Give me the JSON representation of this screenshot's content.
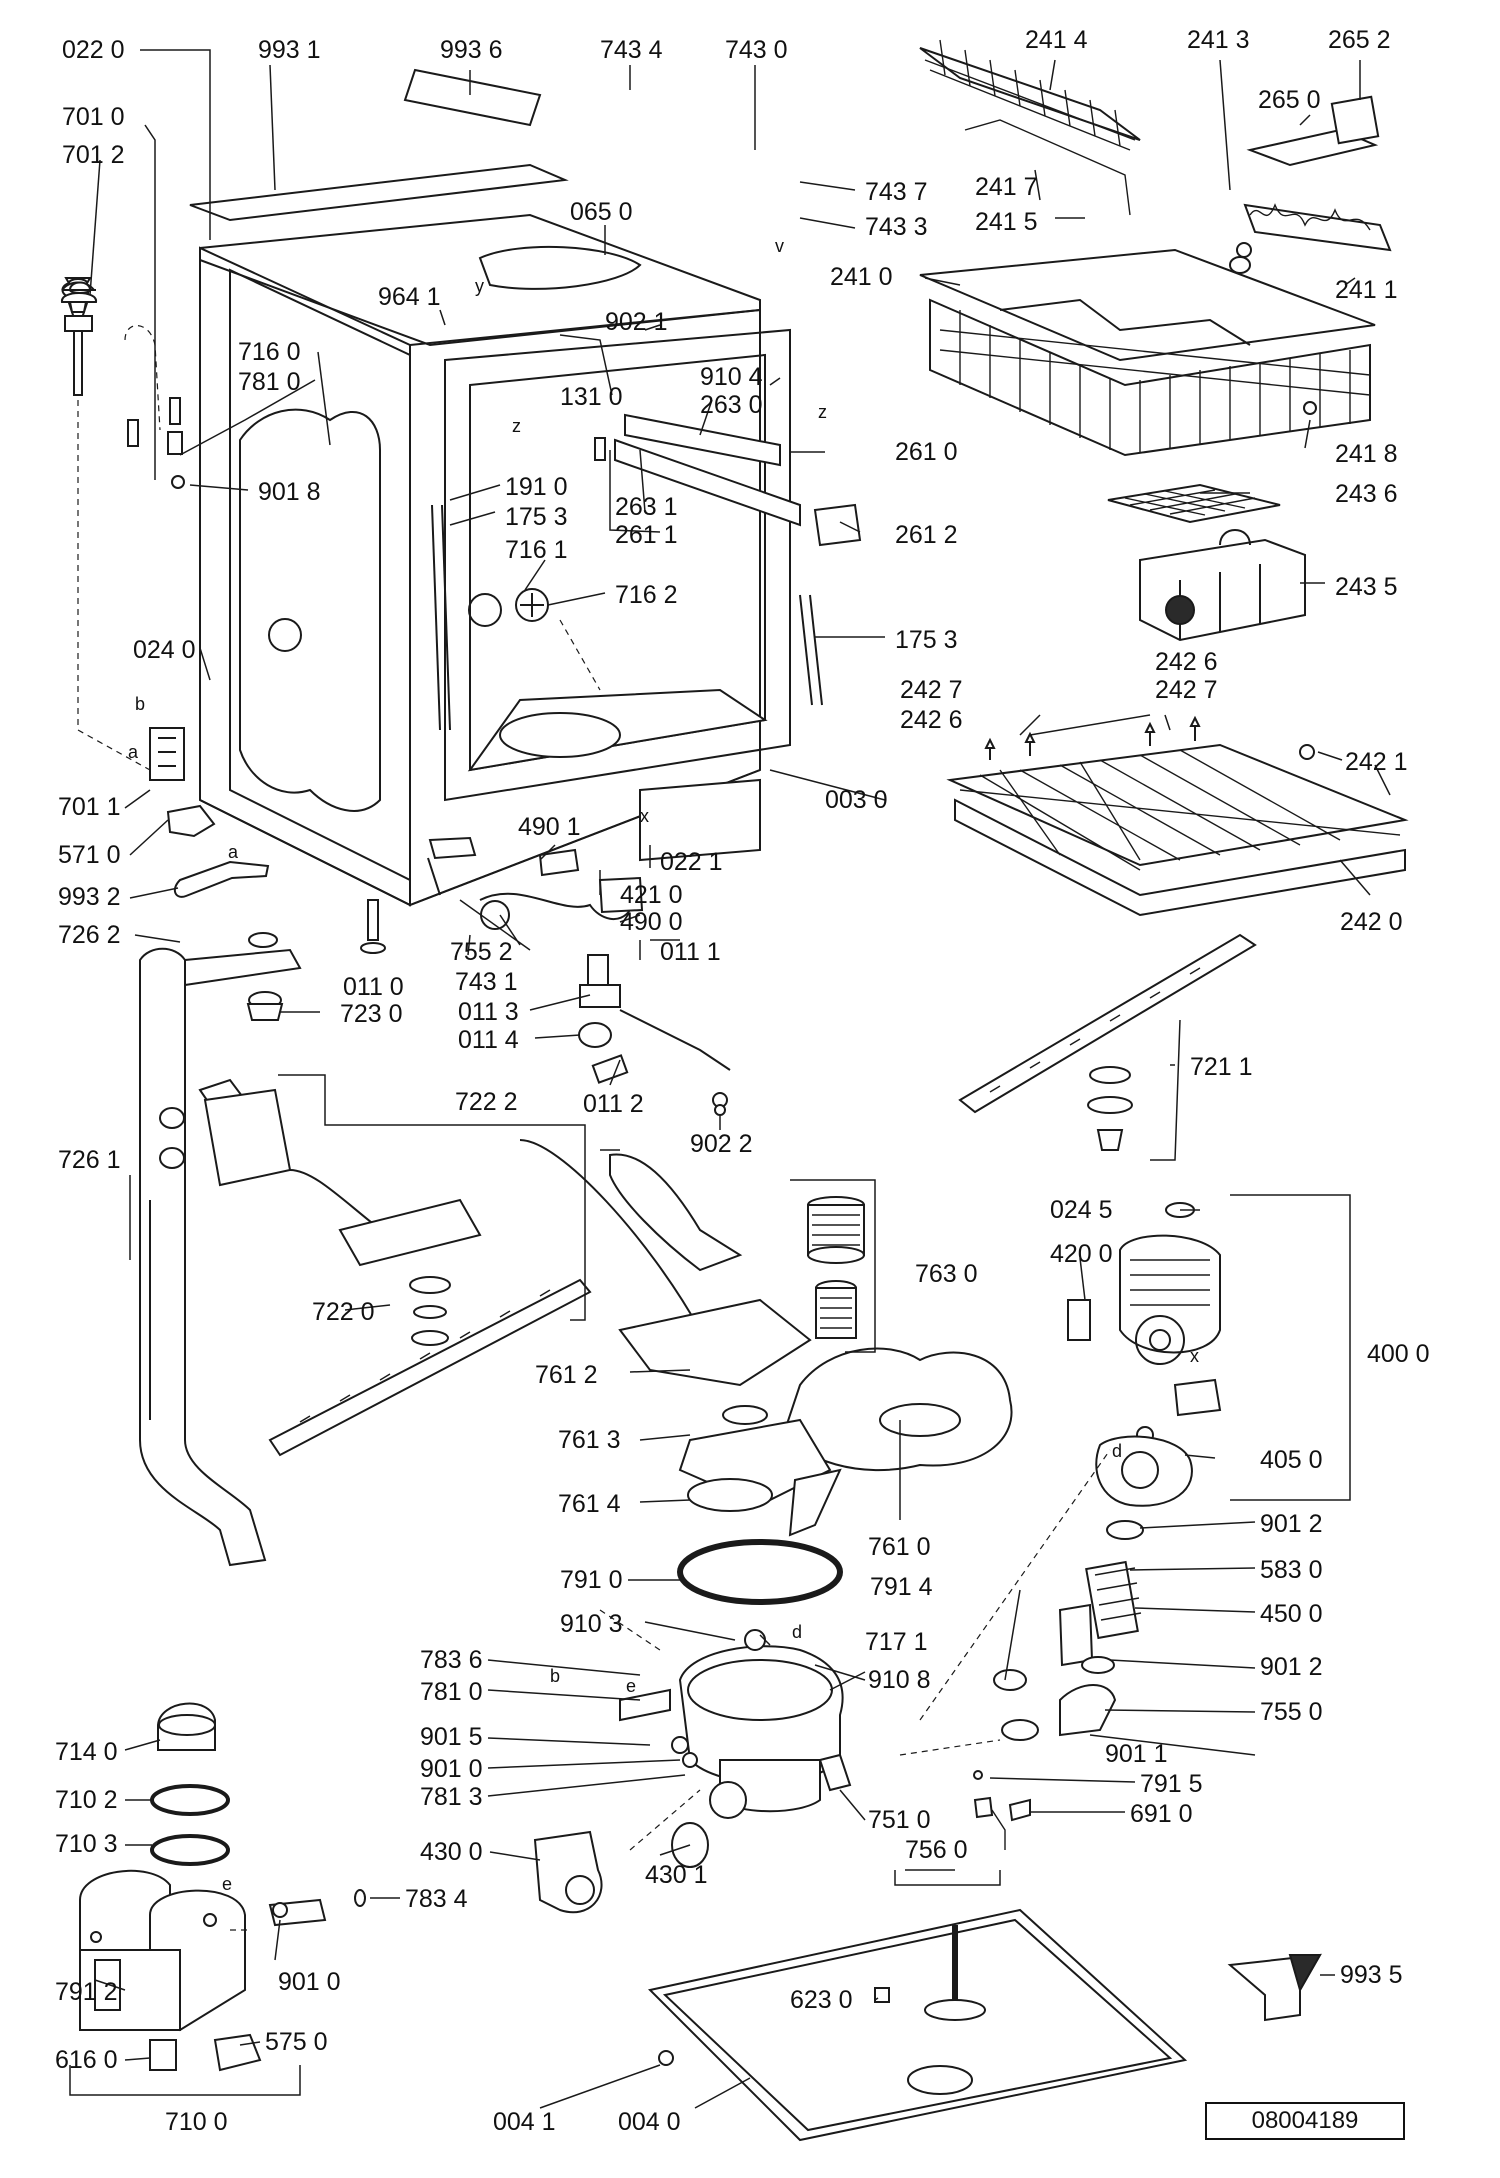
{
  "diagram": {
    "document_number": "08004189",
    "callouts": [
      {
        "id": "c0220",
        "text": "022 0"
      },
      {
        "id": "c9931",
        "text": "993 1"
      },
      {
        "id": "c9936",
        "text": "993 6"
      },
      {
        "id": "c7434",
        "text": "743 4"
      },
      {
        "id": "c7430",
        "text": "743 0"
      },
      {
        "id": "c2414",
        "text": "241 4"
      },
      {
        "id": "c2413",
        "text": "241 3"
      },
      {
        "id": "c2652",
        "text": "265 2"
      },
      {
        "id": "c7010",
        "text": "701 0"
      },
      {
        "id": "c7012",
        "text": "701 2"
      },
      {
        "id": "c2650",
        "text": "265 0"
      },
      {
        "id": "c0650",
        "text": "065 0"
      },
      {
        "id": "c7437",
        "text": "743 7"
      },
      {
        "id": "c7433",
        "text": "743 3"
      },
      {
        "id": "c2417",
        "text": "241 7"
      },
      {
        "id": "c2415",
        "text": "241 5"
      },
      {
        "id": "c2410",
        "text": "241 0"
      },
      {
        "id": "c2411",
        "text": "241 1"
      },
      {
        "id": "c9641",
        "text": "964 1"
      },
      {
        "id": "c9021a",
        "text": "902 1"
      },
      {
        "id": "c7160",
        "text": "716 0"
      },
      {
        "id": "c7810a",
        "text": "781 0"
      },
      {
        "id": "c9104",
        "text": "910 4"
      },
      {
        "id": "c1310",
        "text": "131 0"
      },
      {
        "id": "c2630",
        "text": "263 0"
      },
      {
        "id": "c2610",
        "text": "261 0"
      },
      {
        "id": "c2418",
        "text": "241 8"
      },
      {
        "id": "c9018",
        "text": "901 8"
      },
      {
        "id": "c1910",
        "text": "191 0"
      },
      {
        "id": "c1753a",
        "text": "175 3"
      },
      {
        "id": "c2631",
        "text": "263 1"
      },
      {
        "id": "c2611",
        "text": "261 1"
      },
      {
        "id": "c2612",
        "text": "261 2"
      },
      {
        "id": "c2436",
        "text": "243 6"
      },
      {
        "id": "c7161",
        "text": "716 1"
      },
      {
        "id": "c7162",
        "text": "716 2"
      },
      {
        "id": "c2435",
        "text": "243 5"
      },
      {
        "id": "c0240",
        "text": "024 0"
      },
      {
        "id": "c1753b",
        "text": "175 3"
      },
      {
        "id": "c2426a",
        "text": "242 6"
      },
      {
        "id": "c2427a",
        "text": "242 7"
      },
      {
        "id": "c2427b",
        "text": "242 7"
      },
      {
        "id": "c2426b",
        "text": "242 6"
      },
      {
        "id": "c2421",
        "text": "242 1"
      },
      {
        "id": "c7011",
        "text": "701 1"
      },
      {
        "id": "c0030",
        "text": "003 0"
      },
      {
        "id": "c5710",
        "text": "571 0"
      },
      {
        "id": "c0221",
        "text": "022 1"
      },
      {
        "id": "c4901",
        "text": "490 1"
      },
      {
        "id": "c9932",
        "text": "993 2"
      },
      {
        "id": "c4210",
        "text": "421 0"
      },
      {
        "id": "c4900",
        "text": "490 0"
      },
      {
        "id": "c2420",
        "text": "242 0"
      },
      {
        "id": "c7262",
        "text": "726 2"
      },
      {
        "id": "c7552",
        "text": "755 2"
      },
      {
        "id": "c0111",
        "text": "011 1"
      },
      {
        "id": "c0110",
        "text": "011 0"
      },
      {
        "id": "c7431",
        "text": "743 1"
      },
      {
        "id": "c7230",
        "text": "723 0"
      },
      {
        "id": "c0113",
        "text": "011 3"
      },
      {
        "id": "c0114",
        "text": "011 4"
      },
      {
        "id": "c7211",
        "text": "721 1"
      },
      {
        "id": "c0112",
        "text": "011 2"
      },
      {
        "id": "c7222",
        "text": "722 2"
      },
      {
        "id": "c9022",
        "text": "902 2"
      },
      {
        "id": "c7261",
        "text": "726 1"
      },
      {
        "id": "c0245",
        "text": "024 5"
      },
      {
        "id": "c7630",
        "text": "763 0"
      },
      {
        "id": "c4200",
        "text": "420 0"
      },
      {
        "id": "c7220",
        "text": "722 0"
      },
      {
        "id": "c7612",
        "text": "761 2"
      },
      {
        "id": "c4000",
        "text": "400 0"
      },
      {
        "id": "c7613",
        "text": "761 3"
      },
      {
        "id": "c4050",
        "text": "405 0"
      },
      {
        "id": "c7614",
        "text": "761 4"
      },
      {
        "id": "c9012a",
        "text": "901 2"
      },
      {
        "id": "c7610",
        "text": "761 0"
      },
      {
        "id": "c7910",
        "text": "791 0"
      },
      {
        "id": "c7914",
        "text": "791 4"
      },
      {
        "id": "c5830",
        "text": "583 0"
      },
      {
        "id": "c9103",
        "text": "910 3"
      },
      {
        "id": "c7171",
        "text": "717 1"
      },
      {
        "id": "c4500",
        "text": "450 0"
      },
      {
        "id": "c7836",
        "text": "783 6"
      },
      {
        "id": "c9108",
        "text": "910 8"
      },
      {
        "id": "c9012b",
        "text": "901 2"
      },
      {
        "id": "c7810b",
        "text": "781 0"
      },
      {
        "id": "c7550",
        "text": "755 0"
      },
      {
        "id": "c9015",
        "text": "901 5"
      },
      {
        "id": "c9011",
        "text": "901 1"
      },
      {
        "id": "c7140",
        "text": "714 0"
      },
      {
        "id": "c9010a",
        "text": "901 0"
      },
      {
        "id": "c7915",
        "text": "791 5"
      },
      {
        "id": "c7813",
        "text": "781 3"
      },
      {
        "id": "c7102",
        "text": "710 2"
      },
      {
        "id": "c7510",
        "text": "751 0"
      },
      {
        "id": "c6910",
        "text": "691 0"
      },
      {
        "id": "c7103",
        "text": "710 3"
      },
      {
        "id": "c4300",
        "text": "430 0"
      },
      {
        "id": "c4301",
        "text": "430 1"
      },
      {
        "id": "c7560",
        "text": "756 0"
      },
      {
        "id": "c7834",
        "text": "783 4"
      },
      {
        "id": "c9935",
        "text": "993 5"
      },
      {
        "id": "c6230",
        "text": "623 0"
      },
      {
        "id": "c9010b",
        "text": "901 0"
      },
      {
        "id": "c7912",
        "text": "791 2"
      },
      {
        "id": "c5750",
        "text": "575 0"
      },
      {
        "id": "c6160",
        "text": "616 0"
      },
      {
        "id": "c7100",
        "text": "710 0"
      },
      {
        "id": "c0041",
        "text": "004 1"
      },
      {
        "id": "c0040",
        "text": "004 0"
      }
    ],
    "letters": [
      "b",
      "a",
      "a",
      "z",
      "z",
      "x",
      "x",
      "d",
      "d",
      "b",
      "e",
      "e",
      "y",
      "v"
    ]
  }
}
